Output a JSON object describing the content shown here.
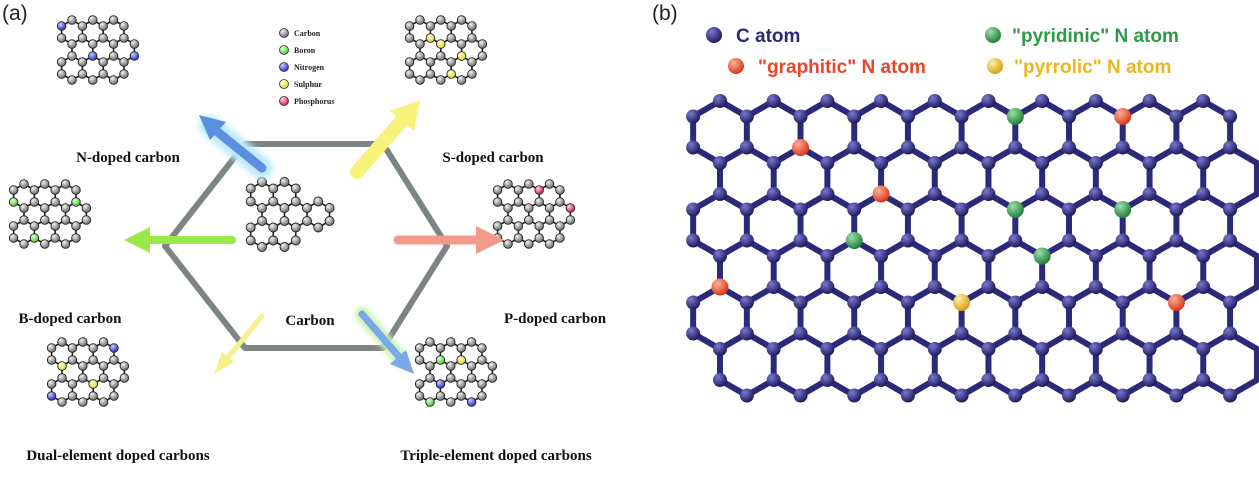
{
  "panels": {
    "left": "(a)",
    "right": "(b)"
  },
  "legend_a": [
    {
      "label": "Carbon",
      "color": "#9a9a9a"
    },
    {
      "label": "Boron",
      "color": "#66ee44"
    },
    {
      "label": "Nitrogen",
      "color": "#3344dd"
    },
    {
      "label": "Sulphur",
      "color": "#f4f04a"
    },
    {
      "label": "Phosphorus",
      "color": "#e8306a"
    }
  ],
  "captions": {
    "center": "Carbon",
    "n": "N-doped carbon",
    "s": "S-doped carbon",
    "b": "B-doped carbon",
    "p": "P-doped carbon",
    "dual": "Dual-element doped carbons",
    "triple": "Triple-element doped carbons"
  },
  "legend_b": [
    {
      "label": "C atom",
      "color": "#2b2a78"
    },
    {
      "label": "\"graphitic\" N atom",
      "color": "#e8452a"
    },
    {
      "label": "\"pyridinic\" N atom",
      "color": "#2f9a4a"
    },
    {
      "label": "\"pyrrolic\" N atom",
      "color": "#e8b81e"
    }
  ],
  "colors": {
    "carbon": "#9a9a9a",
    "boron": "#66ee44",
    "nitrogen": "#3344dd",
    "sulphur": "#f4f04a",
    "phosphorus": "#e8306a",
    "lattice": "#2b2a78",
    "hexagon": "#7c8584",
    "arrow_n": "#5b8fe0",
    "arrow_s": "#f6f27a",
    "arrow_b": "#9ae84a",
    "arrow_p": "#f29a8a",
    "arrow_dual": "#f6f08a",
    "arrow_triple": "#7ba8e8"
  }
}
